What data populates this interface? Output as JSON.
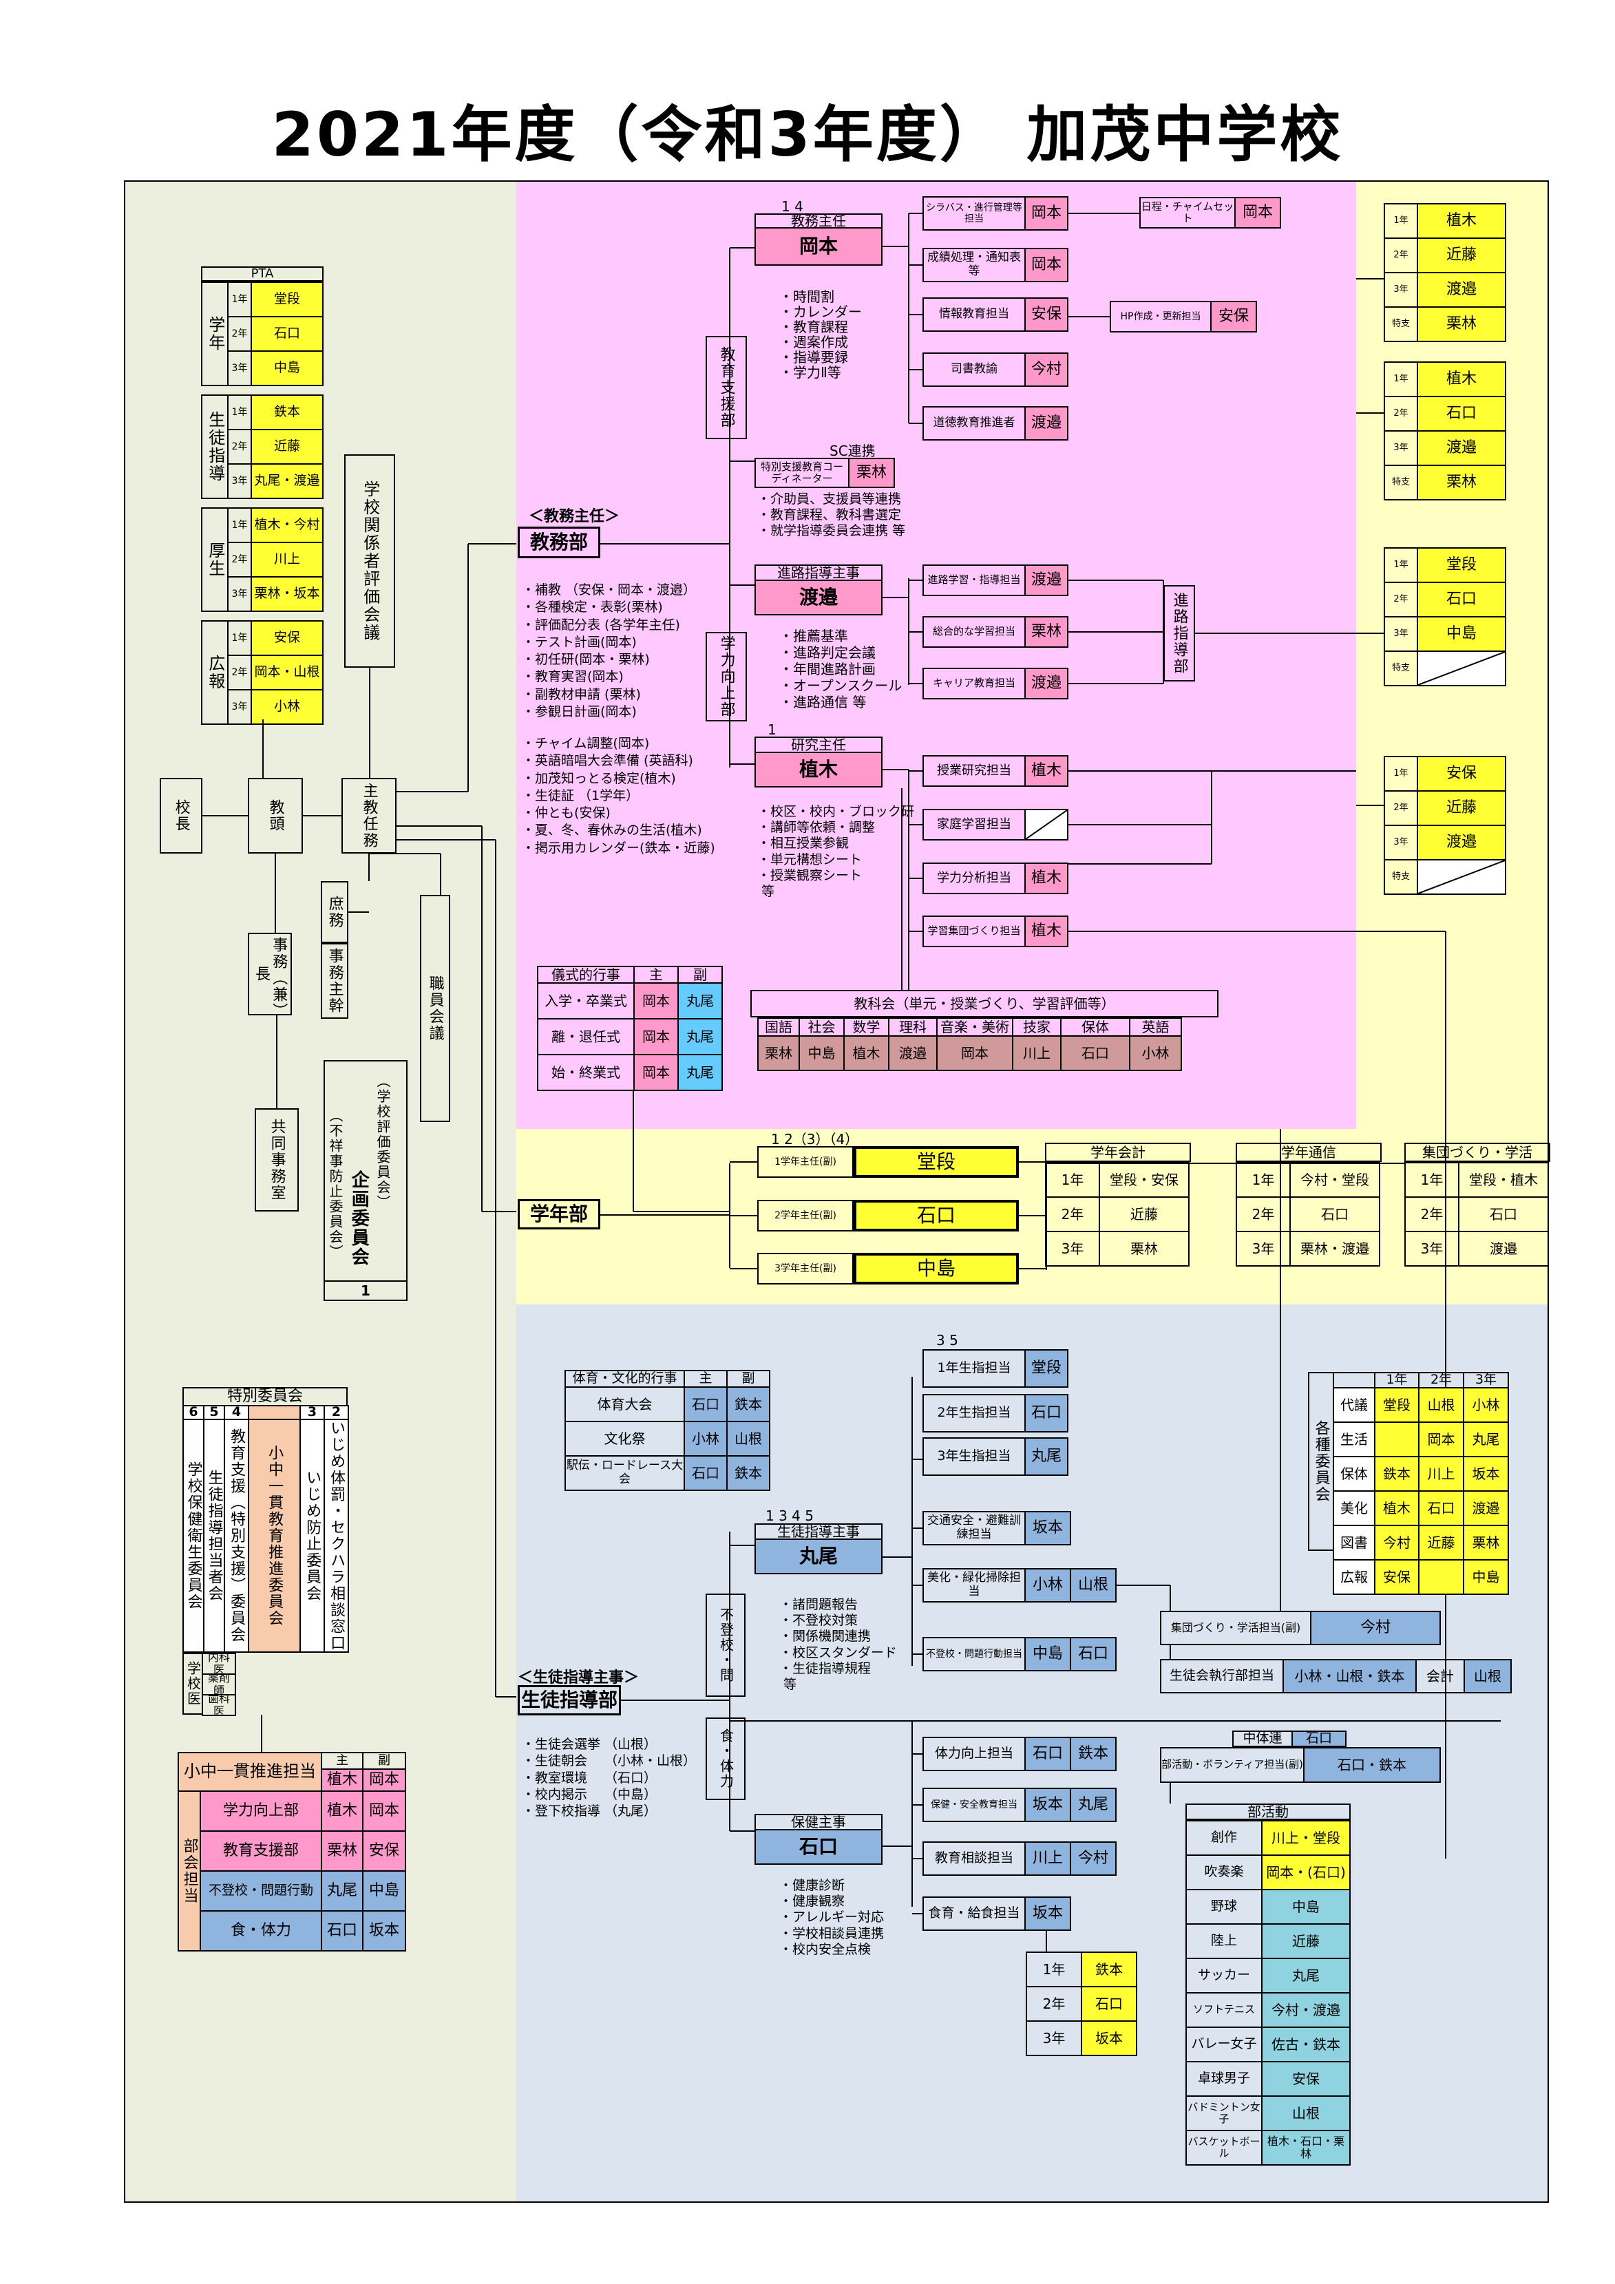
{
  "title": "2021年度（令和3年度） 加茂中学校",
  "colors": {
    "left_zone": "#ecefdd",
    "pink_zone": "#ffc8ff",
    "yellow_zone": "#ffffc4",
    "blue_zone": "#dce5ef",
    "yellow": "#ffff33",
    "pink": "#ff99cc",
    "blue": "#8fb4de",
    "rose": "#d09a9a",
    "peach": "#f8cbad",
    "teal": "#8fd3e0",
    "bright_blue": "#66ccff"
  },
  "left": {
    "kocho": "校長",
    "kyoto": "教頭",
    "shunin": "主教任務",
    "shomu": "庶務",
    "jimucho": "事務（兼）長",
    "jimushukan": "事務主幹",
    "kyodo": "共同事務室",
    "shokuin": "職員会議",
    "hyoka": "学校関係者評価会議",
    "kikaku_top": "（学校評価委員会）",
    "kikaku_main": "企画委員会",
    "kikaku_bot": "（不祥事防止委員会）",
    "kikaku_num": "1",
    "pta": {
      "title": "PTA",
      "groups": [
        {
          "label": "学年",
          "rows": [
            [
              "1年",
              "堂段"
            ],
            [
              "2年",
              "石口"
            ],
            [
              "3年",
              "中島"
            ]
          ]
        },
        {
          "label": "生徒指導",
          "rows": [
            [
              "1年",
              "鉄本"
            ],
            [
              "2年",
              "近藤"
            ],
            [
              "3年",
              "丸尾・渡邉"
            ]
          ]
        },
        {
          "label": "厚生",
          "rows": [
            [
              "1年",
              "植木・今村"
            ],
            [
              "2年",
              "川上"
            ],
            [
              "3年",
              "栗林・坂本"
            ]
          ]
        },
        {
          "label": "広報",
          "rows": [
            [
              "1年",
              "安保"
            ],
            [
              "2年",
              "岡本・山根"
            ],
            [
              "3年",
              "小林"
            ]
          ]
        }
      ]
    },
    "tokubetsu": {
      "title": "特別委員会",
      "nums": [
        "6",
        "5",
        "4",
        "",
        "3",
        "2"
      ],
      "cols": [
        "学校保健衛生委員会",
        "生徒指導担当者会",
        "教育支援（特別支援）委員会",
        "小中一貫教育推進委員会",
        "いじめ防止委員会",
        "いじめ体罰・セクハラ相談窓口"
      ]
    },
    "gakkoi": {
      "label": "学校医",
      "rows": [
        "内科医",
        "薬剤師",
        "歯科医"
      ]
    },
    "shochu": {
      "title": "小中一貫推進担当",
      "head": [
        "主",
        "副"
      ],
      "main": [
        "植木",
        "岡本"
      ],
      "side": "部会担当",
      "rows": [
        [
          "学力向上部",
          "植木",
          "岡本"
        ],
        [
          "教育支援部",
          "栗林",
          "安保"
        ],
        [
          "不登校・問題行動",
          "丸尾",
          "中島"
        ],
        [
          "食・体力",
          "石口",
          "坂本"
        ]
      ]
    }
  },
  "kyomu": {
    "label_top": "＜教務主任＞",
    "label": "教務部",
    "notes1": "・補教 （安保・岡本・渡邉）\n・各種検定・表彰(栗林)\n・評価配分表 (各学年主任)\n・テスト計画(岡本)\n・初任研(岡本・栗林)\n・教育実習(岡本)\n・副教材申請 (栗林)\n・参観日計画(岡本)",
    "notes2": "・チャイム調整(岡本)\n・英語暗唱大会準備 (英語科)\n・加茂知っとる検定(植木)\n・生徒証 （1学年）\n・仲とも(安保)\n・夏、冬、春休みの生活(植木)\n・掲示用カレンダー(鉄本・近藤)",
    "shien_label": "教育支援部",
    "gakuryoku_label": "学力向上部",
    "shunin_nums": "1 4",
    "shunin_title": "教務主任",
    "shunin_name": "岡本",
    "shunin_notes": "・時間割\n・カレンダー\n・教育課程\n・週案作成\n・指導要録\n・学力Ⅱ等",
    "items": [
      {
        "label": "シラバス・進行管理等担当",
        "name": "岡本"
      },
      {
        "label": "成績処理・通知表等",
        "name": "岡本"
      },
      {
        "label": "情報教育担当",
        "name": "安保"
      },
      {
        "label": "司書教諭",
        "name": "今村"
      },
      {
        "label": "道徳教育推進者",
        "name": "渡邉"
      }
    ],
    "nittei": {
      "label": "日程・チャイムセット",
      "name": "岡本"
    },
    "hp": {
      "label": "HP作成・更新担当",
      "name": "安保"
    },
    "sc_label": "SC連携",
    "tokushi_label": "特別支援教育コーディネーター",
    "tokushi_name": "栗林",
    "tokushi_notes": "・介助員、支援員等連携\n・教育課程、教科書選定\n・就学指導委員会連携 等",
    "shinro_title": "進路指導主事",
    "shinro_name": "渡邉",
    "shinro_notes": "・推薦基準\n・進路判定会議\n・年間進路計画\n・オープンスクール\n・進路通信 等",
    "shinro_items": [
      {
        "label": "進路学習・指導担当",
        "name": "渡邉"
      },
      {
        "label": "総合的な学習担当",
        "name": "栗林"
      },
      {
        "label": "キャリア教育担当",
        "name": "渡邉"
      }
    ],
    "shinro_bu": "進路指導部",
    "kenkyu_num": "1",
    "kenkyu_title": "研究主任",
    "kenkyu_name": "植木",
    "kenkyu_notes": "・校区・校内・ブロック研\n・講師等依頼・調整\n・相互授業参観\n・単元構想シート\n・授業観察シート\n 等",
    "kenkyu_items": [
      {
        "label": "授業研究担当",
        "name": "植木"
      },
      {
        "label": "家庭学習担当",
        "name": ""
      },
      {
        "label": "学力分析担当",
        "name": "植木"
      },
      {
        "label": "学習集団づくり担当",
        "name": "植木"
      }
    ],
    "gishiki": {
      "head": [
        "儀式的行事",
        "主",
        "副"
      ],
      "rows": [
        [
          "入学・卒業式",
          "岡本",
          "丸尾"
        ],
        [
          "離・退任式",
          "岡本",
          "丸尾"
        ],
        [
          "始・終業式",
          "岡本",
          "丸尾"
        ]
      ]
    },
    "kyoka": {
      "title": "教科会（単元・授業づくり、学習評価等）",
      "subjects": [
        "国語",
        "社会",
        "数学",
        "理科",
        "音楽・美術",
        "技家",
        "保体",
        "英語"
      ],
      "names": [
        "栗林",
        "中島",
        "植木",
        "渡邉",
        "岡本",
        "川上",
        "石口",
        "小林"
      ]
    },
    "right_groups": [
      [
        [
          "1年",
          "植木"
        ],
        [
          "2年",
          "近藤"
        ],
        [
          "3年",
          "渡邉"
        ],
        [
          "特支",
          "栗林"
        ]
      ],
      [
        [
          "1年",
          "植木"
        ],
        [
          "2年",
          "石口"
        ],
        [
          "3年",
          "渡邉"
        ],
        [
          "特支",
          "栗林"
        ]
      ],
      [
        [
          "1年",
          "堂段"
        ],
        [
          "2年",
          "石口"
        ],
        [
          "3年",
          "中島"
        ],
        [
          "特支",
          ""
        ]
      ],
      [
        [
          "1年",
          "安保"
        ],
        [
          "2年",
          "近藤"
        ],
        [
          "3年",
          "渡邉"
        ],
        [
          "特支",
          ""
        ]
      ]
    ]
  },
  "gakunen": {
    "label": "学年部",
    "nums": "1 2（3）（4）",
    "rows": [
      {
        "label": "1学年主任(副)",
        "name": "堂段"
      },
      {
        "label": "2学年主任(副)",
        "name": "石口"
      },
      {
        "label": "3学年主任(副)",
        "name": "中島"
      }
    ],
    "kaikei": {
      "title": "学年会計",
      "rows": [
        [
          "1年",
          "堂段・安保"
        ],
        [
          "2年",
          "近藤"
        ],
        [
          "3年",
          "栗林"
        ]
      ]
    },
    "tsushin": {
      "title": "学年通信",
      "rows": [
        [
          "1年",
          "今村・堂段"
        ],
        [
          "2年",
          "石口"
        ],
        [
          "3年",
          "栗林・渡邉"
        ]
      ]
    },
    "shudan": {
      "title": "集団づくり・学活",
      "rows": [
        [
          "1年",
          "堂段・植木"
        ],
        [
          "2年",
          "石口"
        ],
        [
          "3年",
          "渡邉"
        ]
      ]
    }
  },
  "seito": {
    "label_top": "＜生徒指導主事＞",
    "label": "生徒指導部",
    "notes": "・生徒会選挙 （山根）\n・生徒朝会　 （小林・山根）\n・教室環境　 （石口）\n・校内掲示　 （中島）\n・登下校指導 （丸尾）",
    "taiiku": {
      "head": [
        "体育・文化的行事",
        "主",
        "副"
      ],
      "rows": [
        [
          "体育大会",
          "石口",
          "鉄本"
        ],
        [
          "文化祭",
          "小林",
          "山根"
        ],
        [
          "駅伝・ロードレース大会",
          "石口",
          "鉄本"
        ]
      ]
    },
    "futoko_label": "不登校・問",
    "shoku_label": "食・体力",
    "shuji_nums": "1 3 4 5",
    "shuji_title": "生徒指導主事",
    "shuji_name": "丸尾",
    "shuji_notes": "・諸問題報告\n・不登校対策\n・関係機関連携\n・校区スタンダード\n・生徒指導規程\n 等",
    "sei_nums": "3 5",
    "sei_rows": [
      {
        "label": "1年生指担当",
        "name": "堂段"
      },
      {
        "label": "2年生指担当",
        "name": "石口"
      },
      {
        "label": "3年生指担当",
        "name": "丸尾"
      }
    ],
    "items": [
      {
        "label": "交通安全・避難訓練担当",
        "names": [
          "坂本"
        ]
      },
      {
        "label": "美化・緑化掃除担当",
        "names": [
          "小林",
          "山根"
        ]
      },
      {
        "label": "不登校・問題行動担当",
        "names": [
          "中島",
          "石口"
        ]
      }
    ],
    "hoken_title": "保健主事",
    "hoken_name": "石口",
    "hoken_notes": "・健康診断\n・健康観察\n・アレルギー対応\n・学校相談員連携\n・校内安全点検",
    "hoken_items": [
      {
        "label": "体力向上担当",
        "names": [
          "石口",
          "鉄本"
        ]
      },
      {
        "label": "保健・安全教育担当",
        "names": [
          "坂本",
          "丸尾"
        ]
      },
      {
        "label": "教育相談担当",
        "names": [
          "川上",
          "今村"
        ]
      },
      {
        "label": "食育・給食担当",
        "names": [
          "坂本"
        ]
      }
    ],
    "kyushoku_rows": [
      [
        "1年",
        "鉄本"
      ],
      [
        "2年",
        "石口"
      ],
      [
        "3年",
        "坂本"
      ]
    ],
    "iinkai": {
      "side": "各種委員会",
      "head": [
        "",
        "1年",
        "2年",
        "3年"
      ],
      "rows": [
        [
          "代議",
          "堂段",
          "山根",
          "小林"
        ],
        [
          "生活",
          "",
          "岡本",
          "丸尾"
        ],
        [
          "保体",
          "鉄本",
          "川上",
          "坂本"
        ],
        [
          "美化",
          "植木",
          "石口",
          "渡邉"
        ],
        [
          "図書",
          "今村",
          "近藤",
          "栗林"
        ],
        [
          "広報",
          "安保",
          "",
          "中島"
        ]
      ]
    },
    "shudan_label": "集団づくり・学活担当(副)",
    "shudan_name": "今村",
    "seitokai_label": "生徒会執行部担当",
    "seitokai_name": "小林・山根・鉄本",
    "kaikei_label": "会計",
    "kaikei_name": "山根",
    "chutairen_label": "中体連",
    "chutairen_name": "石口",
    "volunteer_label": "部活動・ボランティア担当(副)",
    "volunteer_name": "石口・鉄本",
    "bukatsu": {
      "title": "部活動",
      "rows": [
        [
          "創作",
          "川上・堂段"
        ],
        [
          "吹奏楽",
          "岡本・(石口)"
        ],
        [
          "野球",
          "中島"
        ],
        [
          "陸上",
          "近藤"
        ],
        [
          "サッカー",
          "丸尾"
        ],
        [
          "ソフトテニス",
          "今村・渡邉"
        ],
        [
          "バレー女子",
          "佐古・鉄本"
        ],
        [
          "卓球男子",
          "安保"
        ],
        [
          "バドミントン女子",
          "山根"
        ],
        [
          "バスケットボール",
          "植木・石口・栗林"
        ]
      ]
    }
  }
}
